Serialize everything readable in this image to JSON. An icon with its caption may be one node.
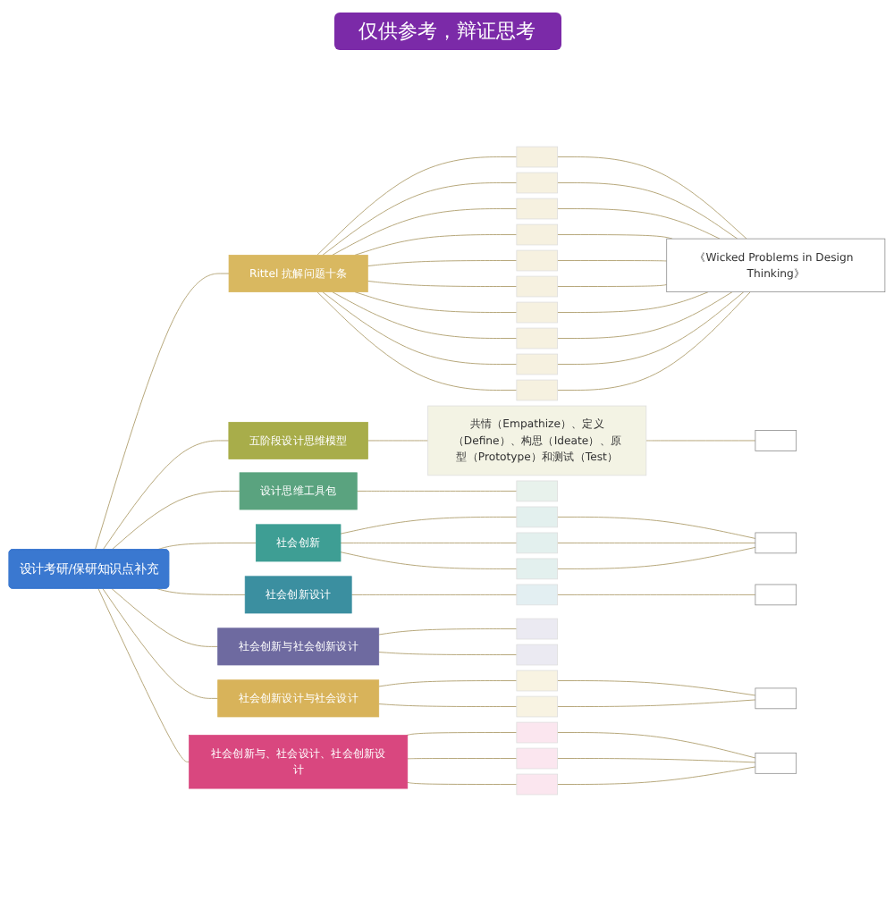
{
  "diagram": {
    "nodes": [
      {
        "text": [
          "设计考研/保研知识点补充"
        ]
      },
      {
        "text": [
          "Rittel 抗解问题十条"
        ]
      },
      {
        "text": [],
        "shape": "box"
      },
      {
        "text": [],
        "shape": "box"
      },
      {
        "text": [],
        "shape": "box"
      },
      {
        "text": [],
        "shape": "box"
      },
      {
        "text": [],
        "shape": "box"
      },
      {
        "text": [],
        "shape": "box"
      },
      {
        "text": [],
        "shape": "box"
      },
      {
        "text": [],
        "shape": "box"
      },
      {
        "text": [],
        "shape": "box"
      },
      {
        "text": [],
        "shape": "box"
      },
      {
        "text": [
          "《Wicked Problems in Design Thinking》"
        ]
      },
      {
        "text": [
          "五阶段设计思维模型"
        ]
      },
      {
        "text": [
          "共情（Empathize）、定义（Define）、构思（Ideate）、原型（Prototype）和测试（Test）"
        ]
      },
      {
        "text": [],
        "shape": "box"
      },
      {
        "text": [
          "设计思维工具包"
        ]
      },
      {
        "text": [],
        "shape": "box"
      },
      {
        "text": [
          "社会创新"
        ]
      },
      {
        "text": [],
        "shape": "box"
      },
      {
        "text": [],
        "shape": "box"
      },
      {
        "text": [],
        "shape": "box"
      },
      {
        "text": [],
        "shape": "box"
      },
      {
        "text": [
          "社会创新设计"
        ]
      },
      {
        "text": [],
        "shape": "box"
      },
      {
        "text": [],
        "shape": "box"
      },
      {
        "text": [
          "社会创新与社会创新设计"
        ]
      },
      {
        "text": [],
        "shape": "box"
      },
      {
        "text": [],
        "shape": "box"
      },
      {
        "text": [
          "社会创新设计与社会设计"
        ]
      },
      {
        "text": [],
        "shape": "box"
      },
      {
        "text": [],
        "shape": "box"
      },
      {
        "text": [],
        "shape": "box"
      },
      {
        "text": [
          "社会创新与、社会设计、社会创新设计"
        ]
      },
      {
        "text": [],
        "shape": "box"
      },
      {
        "text": [],
        "shape": "box"
      },
      {
        "text": [],
        "shape": "box"
      },
      {
        "text": [],
        "shape": "box"
      }
    ],
    "edges": [
      {
        "from": 0,
        "to": 1,
        "arrow": "none"
      },
      {
        "from": 1,
        "to": 2,
        "arrow": "none"
      },
      {
        "from": 1,
        "to": 3,
        "arrow": "none"
      },
      {
        "from": 1,
        "to": 4,
        "arrow": "none"
      },
      {
        "from": 1,
        "to": 5,
        "arrow": "none"
      },
      {
        "from": 1,
        "to": 6,
        "arrow": "none"
      },
      {
        "from": 1,
        "to": 7,
        "arrow": "none"
      },
      {
        "from": 1,
        "to": 8,
        "arrow": "none"
      },
      {
        "from": 1,
        "to": 9,
        "arrow": "none"
      },
      {
        "from": 1,
        "to": 10,
        "arrow": "none"
      },
      {
        "from": 1,
        "to": 11,
        "arrow": "none"
      },
      {
        "from": 2,
        "to": 12,
        "arrow": "none"
      },
      {
        "from": 3,
        "to": 12,
        "arrow": "none"
      },
      {
        "from": 4,
        "to": 12,
        "arrow": "none"
      },
      {
        "from": 5,
        "to": 12,
        "arrow": "none"
      },
      {
        "from": 6,
        "to": 12,
        "arrow": "none"
      },
      {
        "from": 7,
        "to": 12,
        "arrow": "none"
      },
      {
        "from": 8,
        "to": 12,
        "arrow": "none"
      },
      {
        "from": 9,
        "to": 12,
        "arrow": "none"
      },
      {
        "from": 10,
        "to": 12,
        "arrow": "none"
      },
      {
        "from": 11,
        "to": 12,
        "arrow": "none"
      },
      {
        "from": 0,
        "to": 13,
        "arrow": "none"
      },
      {
        "from": 13,
        "to": 14,
        "arrow": "none"
      },
      {
        "from": 14,
        "to": 15,
        "arrow": "none"
      },
      {
        "from": 0,
        "to": 16,
        "arrow": "none"
      },
      {
        "from": 16,
        "to": 17,
        "arrow": "none"
      },
      {
        "from": 0,
        "to": 18,
        "arrow": "none"
      },
      {
        "from": 18,
        "to": 19,
        "arrow": "none"
      },
      {
        "from": 18,
        "to": 20,
        "arrow": "none"
      },
      {
        "from": 18,
        "to": 21,
        "arrow": "none"
      },
      {
        "from": 19,
        "to": 22,
        "arrow": "none"
      },
      {
        "from": 20,
        "to": 22,
        "arrow": "none"
      },
      {
        "from": 21,
        "to": 22,
        "arrow": "none"
      },
      {
        "from": 0,
        "to": 23,
        "arrow": "none"
      },
      {
        "from": 23,
        "to": 24,
        "arrow": "none"
      },
      {
        "from": 24,
        "to": 25,
        "arrow": "none"
      },
      {
        "from": 0,
        "to": 26,
        "arrow": "none"
      },
      {
        "from": 26,
        "to": 27,
        "arrow": "none"
      },
      {
        "from": 26,
        "to": 28,
        "arrow": "none"
      },
      {
        "from": 0,
        "to": 29,
        "arrow": "none"
      },
      {
        "from": 29,
        "to": 30,
        "arrow": "none"
      },
      {
        "from": 29,
        "to": 31,
        "arrow": "none"
      },
      {
        "from": 30,
        "to": 32,
        "arrow": "none"
      },
      {
        "from": 31,
        "to": 32,
        "arrow": "none"
      },
      {
        "from": 0,
        "to": 33,
        "arrow": "none"
      },
      {
        "from": 33,
        "to": 34,
        "arrow": "none"
      },
      {
        "from": 33,
        "to": 35,
        "arrow": "none"
      },
      {
        "from": 33,
        "to": 36,
        "arrow": "none"
      },
      {
        "from": 34,
        "to": 37,
        "arrow": "none"
      },
      {
        "from": 35,
        "to": 37,
        "arrow": "none"
      },
      {
        "from": 36,
        "to": 37,
        "arrow": "none"
      }
    ],
    "labels": [
      "仅供参考，辩证思考"
    ]
  }
}
